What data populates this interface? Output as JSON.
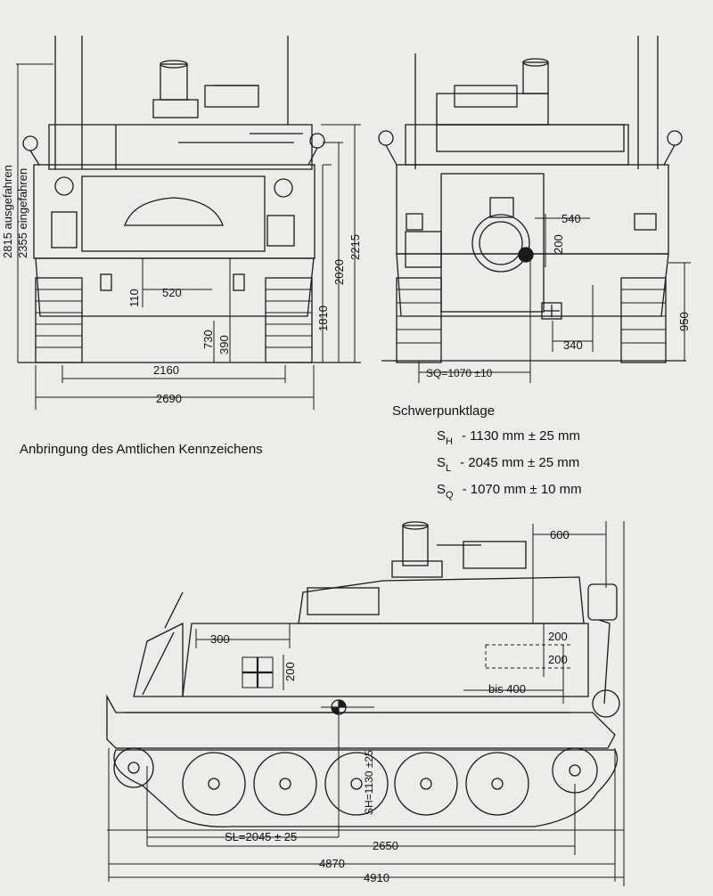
{
  "caption": "Anbringung des Amtlichen Kennzeichens",
  "cg": {
    "title": "Schwerpunktlage",
    "rows": [
      {
        "sym": "S",
        "sub": "H",
        "text": "- 1130 mm ± 25 mm"
      },
      {
        "sym": "S",
        "sub": "L",
        "text": "- 2045 mm ± 25 mm"
      },
      {
        "sym": "S",
        "sub": "Q",
        "text": "- 1070 mm ± 10 mm"
      }
    ]
  },
  "front_dims": {
    "height_extended": "2815 ausgefahren",
    "height_retracted": "2355 eingefahren",
    "d2215": "2215",
    "d2020": "2020",
    "d1810": "1810",
    "d730": "730",
    "d390": "390",
    "d110": "110",
    "d520": "520",
    "d2160": "2160",
    "d2690": "2690"
  },
  "rear_dims": {
    "d540": "540",
    "d200": "200",
    "d950": "950",
    "d340": "340",
    "sq": "SQ=1070 ±10"
  },
  "side_dims": {
    "d600": "600",
    "d300": "300",
    "d200a": "200",
    "d200b": "200",
    "d200c": "200",
    "bis400": "bis 400",
    "sh": "SH=1130 ±25",
    "sl": "SL=2045 ± 25",
    "d2650": "2650",
    "d4870": "4870",
    "d4910": "4910"
  }
}
